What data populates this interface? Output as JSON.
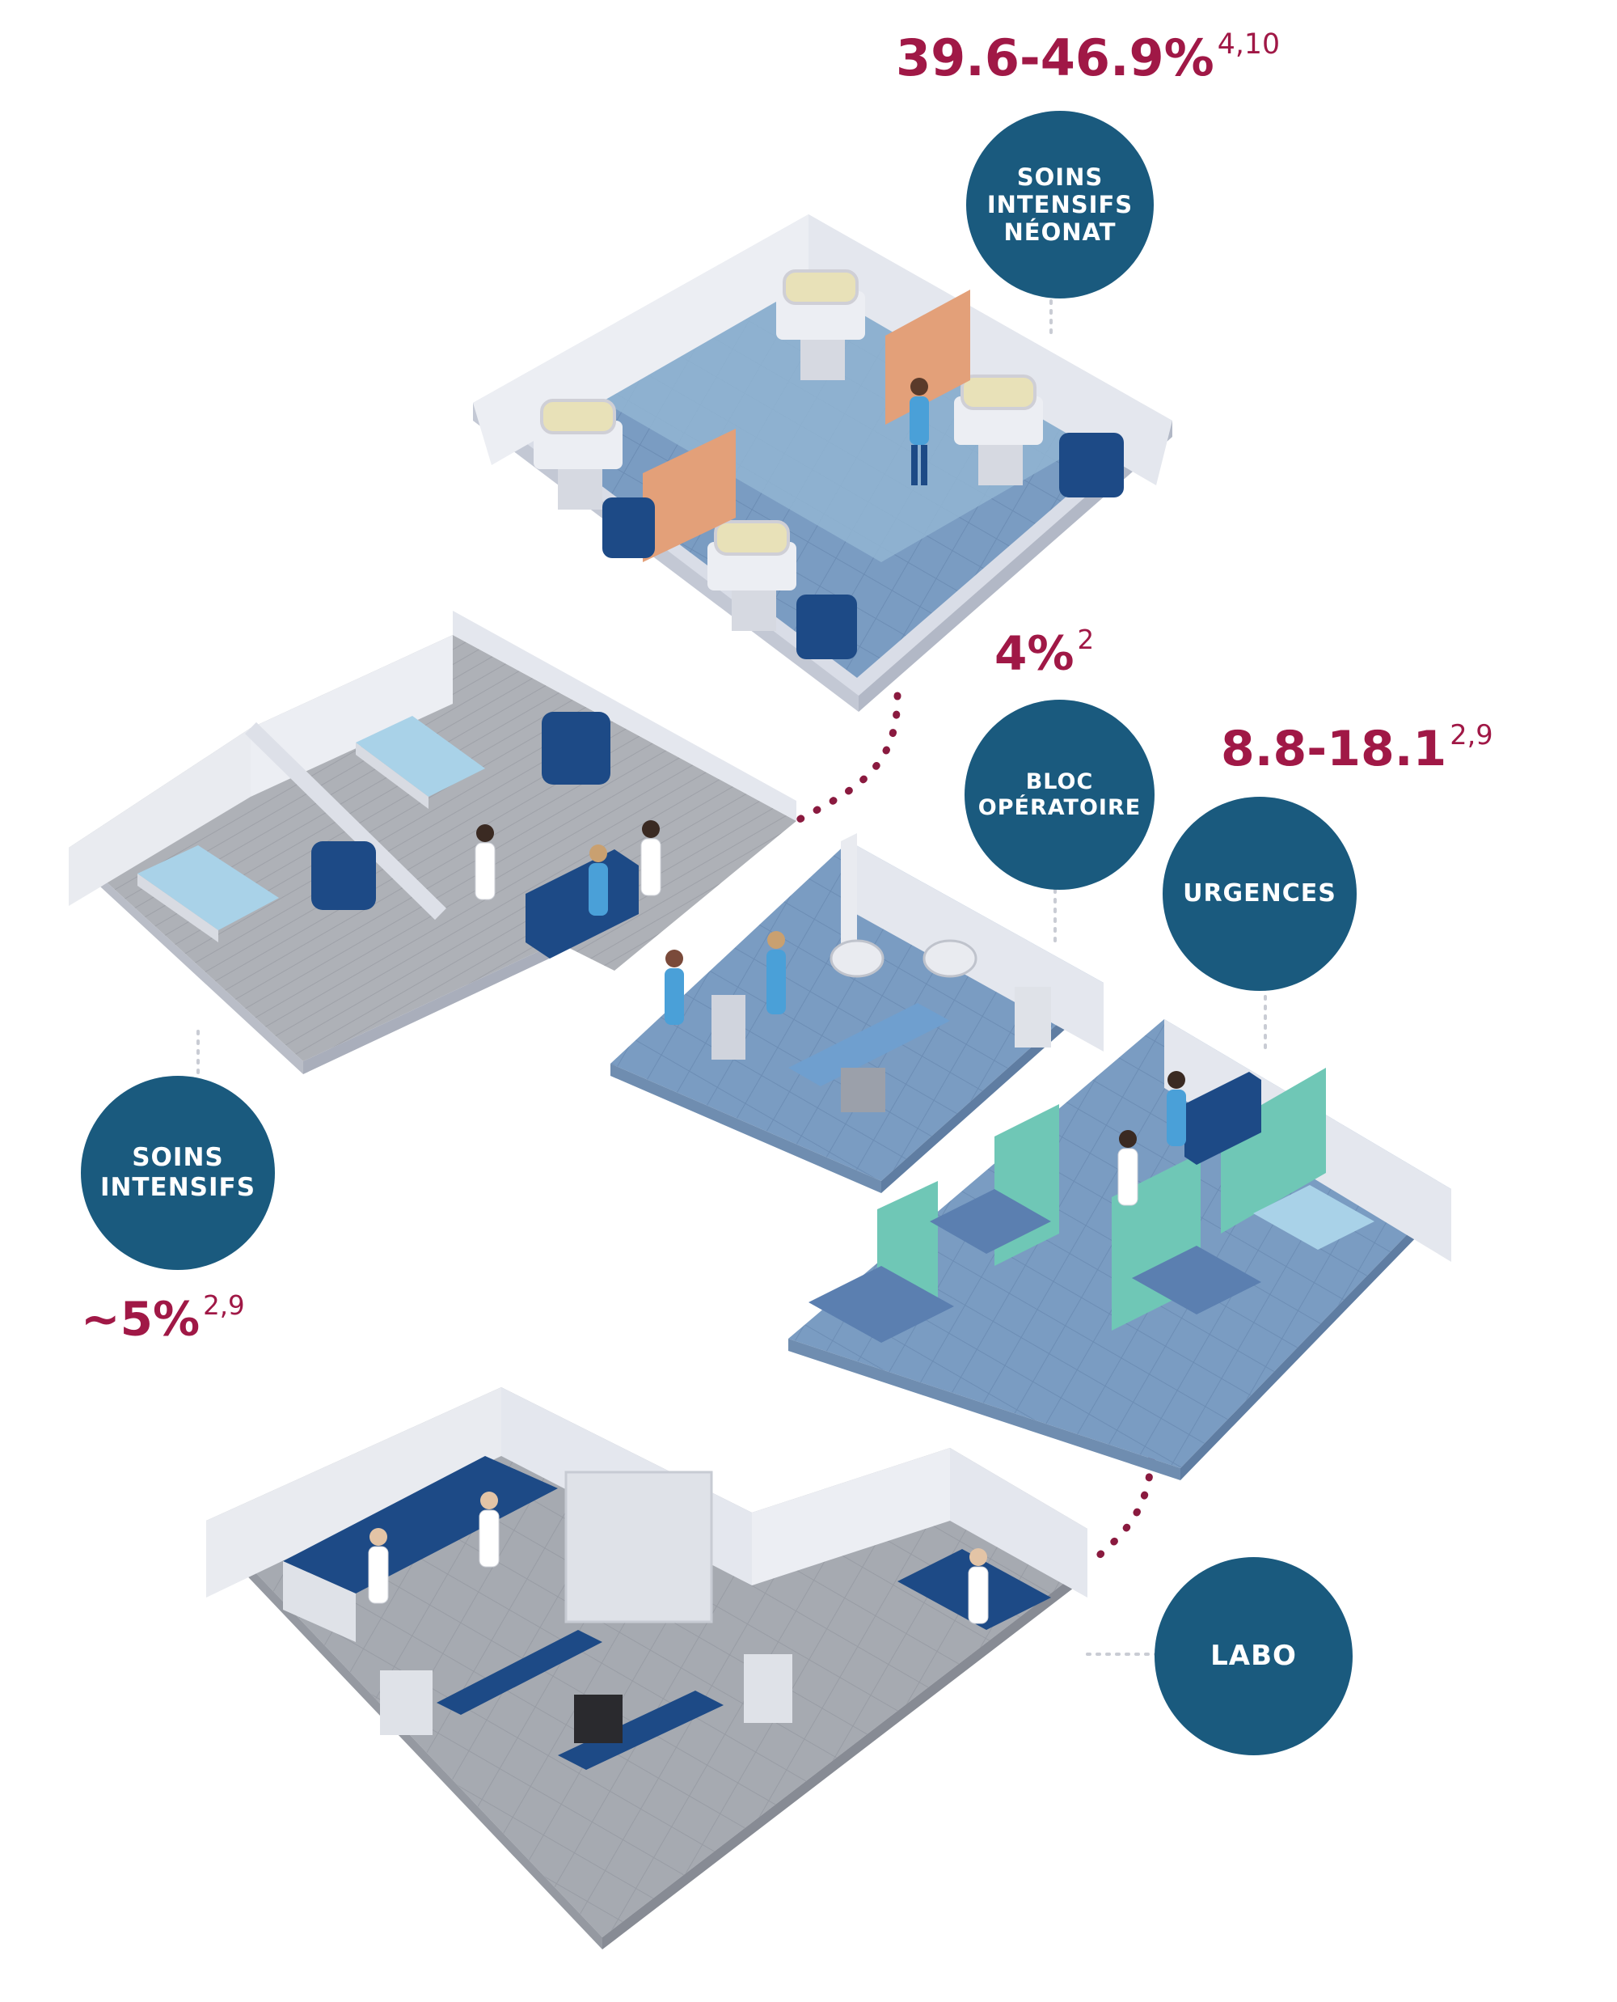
{
  "rooms": [
    {
      "id": "neonatal-icu",
      "label": "SOINS\nINTENSIFS\nNÉONAT",
      "stat": "39.6-46.9%",
      "ref": "4,10"
    },
    {
      "id": "operating-room",
      "label": "BLOC\nOPÉRATOIRE",
      "stat": "4%",
      "ref": "2"
    },
    {
      "id": "emergency",
      "label": "URGENCES",
      "stat": "8.8-18.1",
      "ref": "2,9"
    },
    {
      "id": "icu",
      "label": "SOINS\nINTENSIFS",
      "stat": "~5%",
      "ref": "2,9"
    },
    {
      "id": "lab",
      "label": "LABO"
    }
  ],
  "colors": {
    "circle": "#1a5a7e",
    "stat": "#a01846",
    "floor_blue": "#7f9fc2",
    "floor_grey": "#a7abb2",
    "wall": "#e8eaf0",
    "curtain_orange": "#e3a079",
    "curtain_teal": "#6fc7b6",
    "furniture_blue": "#1d4a86"
  },
  "icons": [
    "incubator-icon",
    "hospital-bed-icon",
    "armchair-icon",
    "operating-table-icon",
    "surgical-lamp-icon",
    "lab-bench-icon",
    "staff-figure-icon"
  ]
}
